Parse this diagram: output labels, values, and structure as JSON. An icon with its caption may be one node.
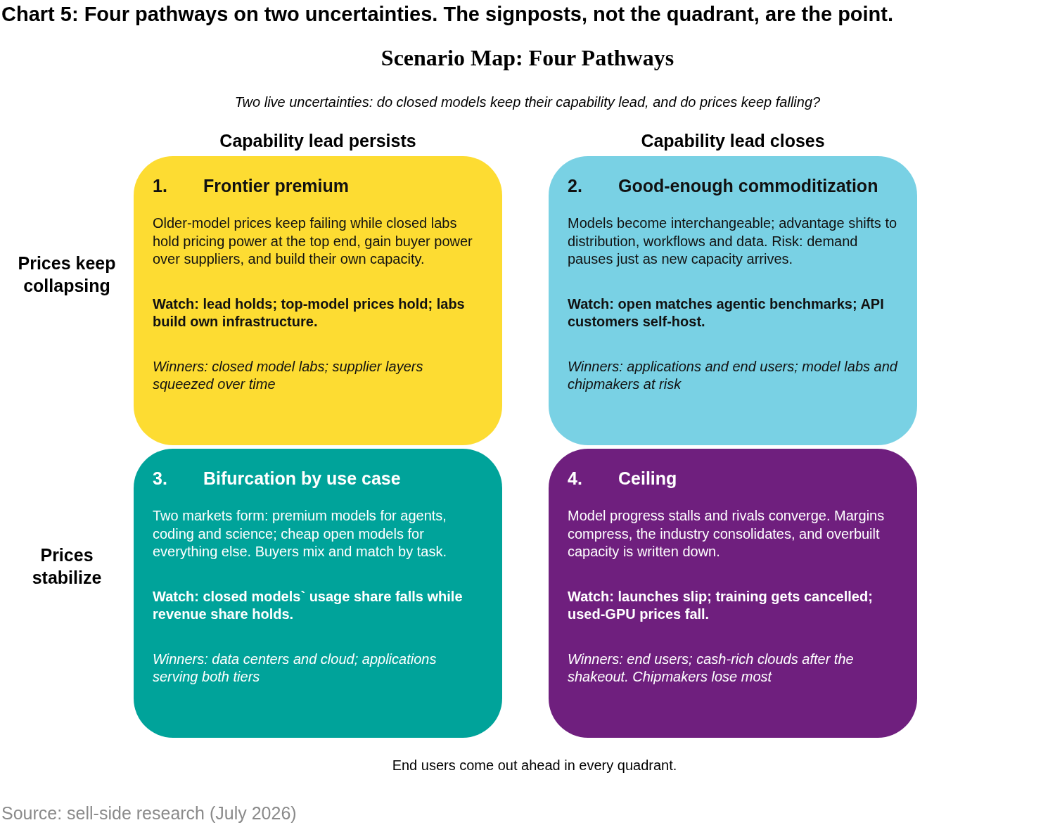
{
  "diagram": {
    "title": "Chart 5: Four pathways on two uncertainties. The signposts, not the quadrant, are the point.",
    "caption": "Source: sell-side research (July 2026)",
    "nodes": [
      {
        "text": [
          "1.",
          "Frontier premium",
          "Older-model prices keep failing while closed labs hold pricing power at the top end, gain buyer power over suppliers, and build their own capacity.",
          "Watch: lead holds; top-model prices hold; labs build own infrastructure.",
          "Winners: closed model labs; supplier layers squeezed over time"
        ]
      },
      {
        "text": [
          "2.",
          "Good-enough commoditization",
          "Models become interchangeable; advantage shifts to distribution, workflows and data. Risk: demand pauses just as new capacity arrives.",
          "Watch: open matches agentic benchmarks; API customers self-host.",
          "Winners: applications and end users; model labs and chipmakers at risk"
        ]
      },
      {
        "text": [
          "3.",
          "Bifurcation by use case",
          "Two markets form: premium models for agents, coding and science; cheap open models for everything else. Buyers mix and match by task.",
          "Watch: closed models` usage share falls while revenue share holds.",
          "Winners: data centers and cloud; applications serving both tiers"
        ]
      },
      {
        "text": [
          "4.",
          "Ceiling",
          "Model progress stalls and rivals converge. Margins compress, the industry consolidates, and overbuilt capacity is written down.",
          "Watch: launches slip; training gets cancelled; used-GPU prices fall.",
          "Winners: end users; cash-rich clouds after the shakeout. Chipmakers lose most"
        ]
      }
    ],
    "labels": [
      "Scenario Map: Four Pathways",
      "Two live uncertainties: do closed models keep their capability lead, and do prices keep falling?",
      "Capability lead persists",
      "Capability lead closes",
      "Prices keep collapsing",
      "Prices stabilize",
      "End users come out ahead in every quadrant."
    ]
  }
}
